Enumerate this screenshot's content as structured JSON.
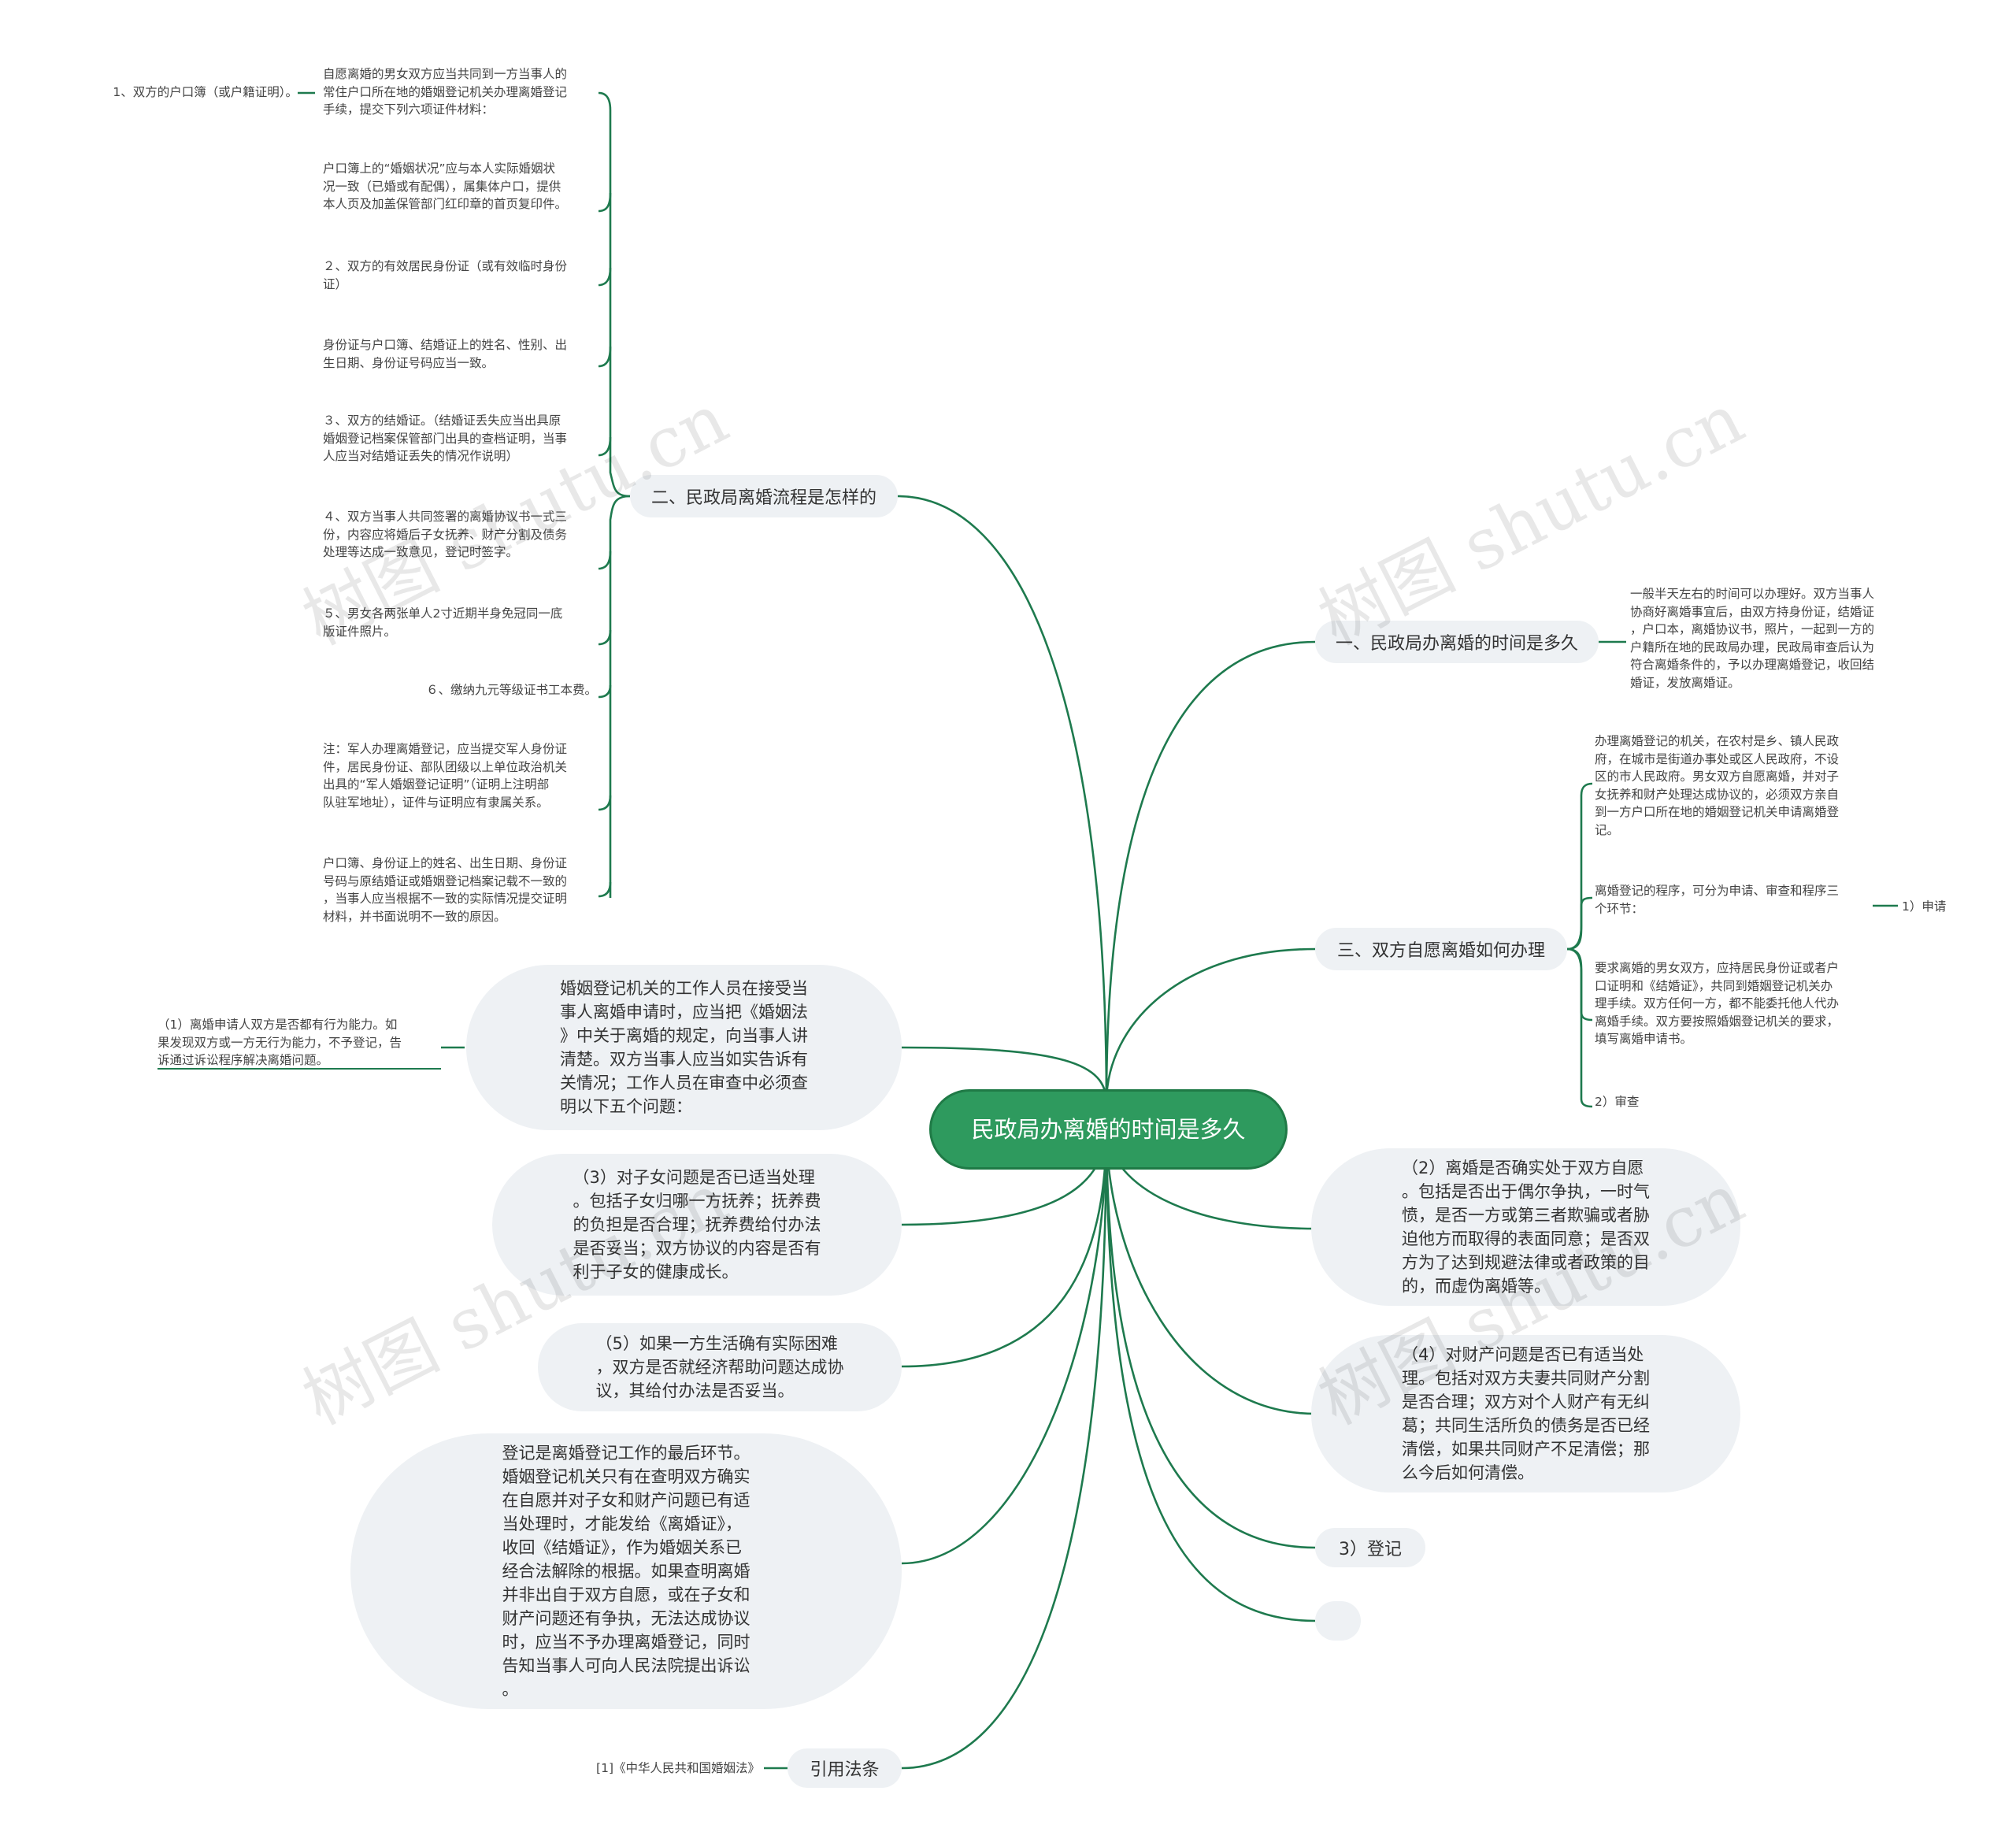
{
  "root": "民政局办离婚的时间是多久",
  "branches": {
    "b1": "一、民政局办离婚的时间是多久",
    "b2": "二、民政局离婚流程是怎样的",
    "b3": "三、双方自愿离婚如何办理",
    "cite": "引用法条",
    "dengji": "3）登记"
  },
  "b1_leaf": "一般半天左右的时间可以办理好。双方当事人\n协商好离婚事宜后，由双方持身份证，结婚证\n，户口本，离婚协议书，照片，一起到一方的\n户籍所在地的民政局办理，民政局审查后认为\n符合离婚条件的，予以办理离婚登记，收回结\n婚证，发放离婚证。",
  "b2_leaves": [
    "自愿离婚的男女双方应当共同到一方当事人的\n常住户口所在地的婚姻登记机关办理离婚登记\n手续，提交下列六项证件材料：",
    "户口簿上的“婚姻状况”应与本人实际婚姻状\n况一致（已婚或有配偶），属集体户口，提供\n本人页及加盖保管部门红印章的首页复印件。",
    "２、双方的有效居民身份证（或有效临时身份\n证）",
    "身份证与户口簿、结婚证上的姓名、性别、出\n生日期、身份证号码应当一致。",
    "３、双方的结婚证。（结婚证丢失应当出具原\n婚姻登记档案保管部门出具的查档证明，当事\n人应当对结婚证丢失的情况作说明）",
    "４、双方当事人共同签署的离婚协议书一式三\n份，内容应将婚后子女抚养、财产分割及债务\n处理等达成一致意见，登记时签字。",
    "５、男女各两张单人2寸近期半身免冠同一底\n版证件照片。",
    "６、缴纳九元等级证书工本费。",
    "注：军人办理离婚登记，应当提交军人身份证\n件，居民身份证、部队团级以上单位政治机关\n出具的“军人婚姻登记证明”（证明上注明部\n队驻军地址），证件与证明应有隶属关系。",
    "户口簿、身份证上的姓名、出生日期、身份证\n号码与原结婚证或婚姻登记档案记载不一致的\n，当事人应当根据不一致的实际情况提交证明\n材料，并书面说明不一致的原因。"
  ],
  "b2_sub": "1、双方的户口簿（或户籍证明）。",
  "b3_leaves": [
    "办理离婚登记的机关，在农村是乡、镇人民政\n府，在城市是街道办事处或区人民政府，不设\n区的市人民政府。男女双方自愿离婚，并对子\n女抚养和财产处理达成协议的，必须双方亲自\n到一方户口所在地的婚姻登记机关申请离婚登\n记。",
    "离婚登记的程序，可分为申请、审查和程序三\n个环节：",
    "要求离婚的男女双方，应持居民身份证或者户\n口证明和《结婚证》，共同到婚姻登记机关办\n理手续。双方任何一方，都不能委托他人代办\n离婚手续。双方要按照婚姻登记机关的要求，\n填写离婚申请书。",
    "2）审查"
  ],
  "b3_sub": "1）申请",
  "bubbles": {
    "shencha_intro": "婚姻登记机关的工作人员在接受当\n事人离婚申请时，应当把《婚姻法\n》中关于离婚的规定，向当事人讲\n清楚。双方当事人应当如实告诉有\n关情况；工作人员在审查中必须查\n明以下五个问题：",
    "q1": "（1）离婚申请人双方是否都有行为能力。如\n果发现双方或一方无行为能力，不予登记，告\n诉通过诉讼程序解决离婚问题。",
    "q3": "（3）对子女问题是否已适当处理\n。包括子女归哪一方抚养；抚养费\n的负担是否合理；抚养费给付办法\n是否妥当；双方协议的内容是否有\n利于子女的健康成长。",
    "q5": "（5）如果一方生活确有实际困难\n，双方是否就经济帮助问题达成协\n议，其给付办法是否妥当。",
    "dengji_text": "登记是离婚登记工作的最后环节。\n婚姻登记机关只有在查明双方确实\n在自愿并对子女和财产问题已有适\n当处理时，才能发给《离婚证》，\n收回《结婚证》，作为婚姻关系已\n经合法解除的根据。如果查明离婚\n并非出自于双方自愿，或在子女和\n财产问题还有争执，无法达成协议\n时，应当不予办理离婚登记，同时\n告知当事人可向人民法院提出诉讼\n。",
    "q2": "（2）离婚是否确实处于双方自愿\n。包括是否出于偶尔争执，一时气\n愤，是否一方或第三者欺骗或者胁\n迫他方而取得的表面同意；是否双\n方为了达到规避法律或者政策的目\n的，而虚伪离婚等。",
    "q4": "（4）对财产问题是否已有适当处\n理。包括对双方夫妻共同财产分割\n是否合理；双方对个人财产有无纠\n葛；共同生活所负的债务是否已经\n清偿，如果共同财产不足清偿；那\n么今后如何清偿。"
  },
  "cite_leaf": "[1]《中华人民共和国婚姻法》",
  "watermark": "树图 shutu.cn",
  "colors": {
    "root_fill": "#2e9a5e",
    "link": "#1e7a4e",
    "pill": "#eef1f4"
  }
}
